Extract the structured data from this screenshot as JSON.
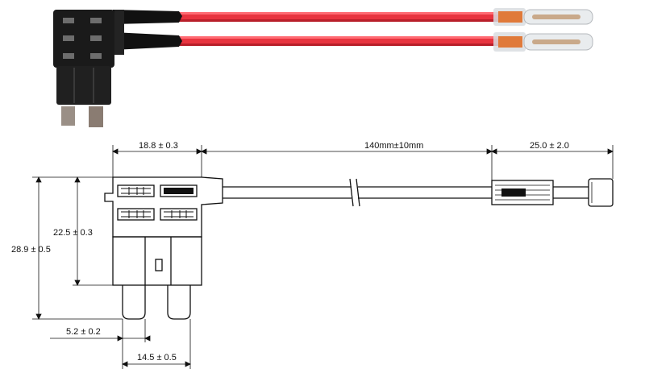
{
  "dimensions": {
    "holder_width": "18.8 ± 0.3",
    "wire_length": "140mm±10mm",
    "terminal_length": "25.0 ± 2.0",
    "body_height": "22.5 ± 0.3",
    "overall_height": "28.9 ± 0.5",
    "blade_width": "5.2 ± 0.2",
    "blade_span": "14.5 ± 0.5"
  },
  "colors": {
    "wire": "#e8343f",
    "wire_dark": "#b81f2a",
    "holder": "#1a1a1a",
    "blade": "#9a8f86",
    "terminal_sleeve": "#d9dde0",
    "terminal_core": "#e07a3a",
    "line": "#111111"
  }
}
